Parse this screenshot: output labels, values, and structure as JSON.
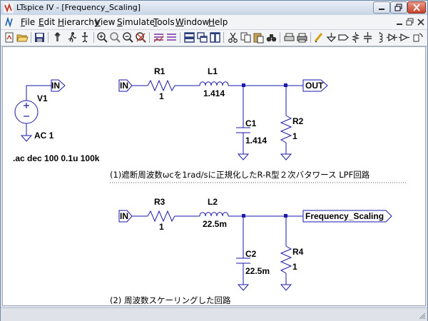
{
  "window": {
    "title": "LTspice IV - [Frequency_Scaling]"
  },
  "menu": {
    "file": {
      "first": "F",
      "rest": "ile"
    },
    "edit": {
      "first": "E",
      "rest": "dit"
    },
    "hierarchy": {
      "first": "H",
      "rest": "ierarchy"
    },
    "view": {
      "first": "V",
      "rest": "iew"
    },
    "simulate": {
      "first": "S",
      "rest": "imulate"
    },
    "tools": {
      "first": "T",
      "rest": "ools"
    },
    "window": {
      "first": "W",
      "rest": "indow"
    },
    "help": {
      "first": "H",
      "rest": "elp"
    }
  },
  "toolbar": {
    "icons": [
      "new-schematic-icon",
      "open-icon",
      "save-icon",
      "control-panel-icon",
      "run-icon",
      "halt-icon",
      "zoom-in-icon",
      "pan-icon",
      "zoom-out-icon",
      "zoom-cancel-icon",
      "autorange-icon",
      "tile-horizontal-icon",
      "cascade-icon",
      "tile-vertical-icon",
      "cut-icon",
      "copy-icon",
      "paste-icon",
      "find-icon",
      "print-setup-icon",
      "print-icon",
      "draw-wire-icon",
      "ground-icon",
      "label-net-icon",
      "resistor-icon",
      "capacitor-icon",
      "inductor-icon",
      "diode-icon",
      "component-icon",
      "rotate-icon",
      "mirror-icon",
      "text-icon",
      "spice-directive-icon"
    ]
  },
  "schematic": {
    "source": {
      "name": "V1",
      "value": "AC 1",
      "port": "IN"
    },
    "directive": ".ac dec 100 0.1u 100k",
    "circuit1": {
      "in_port": "IN",
      "r1_name": "R1",
      "r1_value": "1",
      "l1_name": "L1",
      "l1_value": "1.414",
      "c1_name": "C1",
      "c1_value": "1.414",
      "r2_name": "R2",
      "r2_value": "1",
      "out_port": "OUT",
      "caption": "(1)遮断周波数ωcを1rad/sに正規化したR-R型２次バタワース LPF回路"
    },
    "circuit2": {
      "in_port": "IN",
      "r3_name": "R3",
      "r3_value": "1",
      "l2_name": "L2",
      "l2_value": "22.5m",
      "c2_name": "C2",
      "c2_value": "22.5m",
      "r4_name": "R4",
      "r4_value": "1",
      "out_port": "Frequency_Scaling",
      "caption": "(2) 周波数スケーリングした回路"
    }
  },
  "colors": {
    "wire": "#1a1aa8",
    "component": "#1a1aa8",
    "junction": "#1a1aa8",
    "flag_fill": "#ffffff",
    "caption_divider": "#555555"
  }
}
